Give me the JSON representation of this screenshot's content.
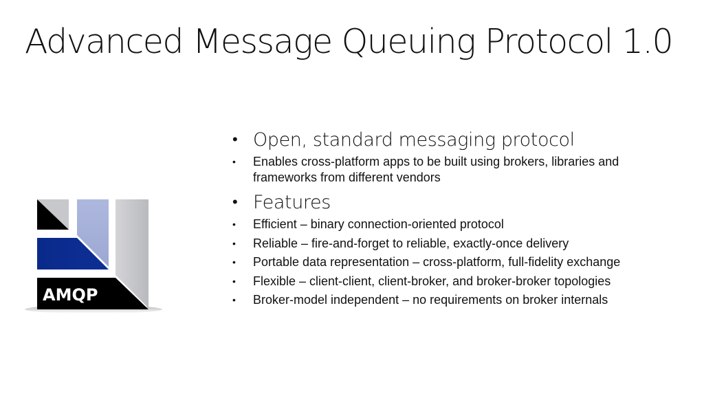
{
  "slide": {
    "title": "Advanced Message Queuing Protocol 1.0",
    "logo": {
      "label": "AMQP",
      "colors": {
        "navy": "#0B2A8C",
        "lavender": "#A8B3DA",
        "gray": "#C8C9CC",
        "black": "#000000",
        "text": "#FFFFFF"
      }
    },
    "sections": [
      {
        "heading": "Open, standard messaging protocol",
        "items": [
          "Enables cross-platform apps to be built using brokers, libraries and frameworks from different vendors"
        ]
      },
      {
        "heading": "Features",
        "items": [
          "Efficient – binary connection-oriented protocol",
          "Reliable – fire-and-forget to reliable, exactly-once delivery",
          "Portable data representation – cross-platform, full-fidelity exchange",
          "Flexible – client-client, client-broker, and broker-broker topologies",
          "Broker-model independent – no requirements on broker internals"
        ]
      }
    ]
  }
}
